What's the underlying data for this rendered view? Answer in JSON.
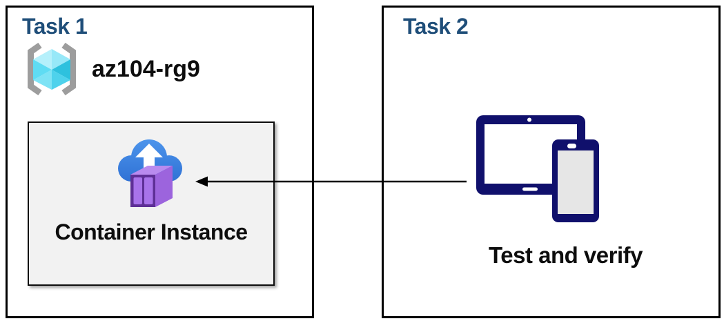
{
  "task1": {
    "title": "Task 1",
    "resource_group_name": "az104-rg9",
    "container_label": "Container Instance"
  },
  "task2": {
    "title": "Task 2",
    "label": "Test and verify"
  },
  "icons": {
    "resource_group": "resource-group-brackets-cube-icon",
    "container_instance": "cloud-upload-container-icon",
    "devices": "tablet-and-phone-icon",
    "connector": "left-pointing-arrow"
  },
  "colors": {
    "title-blue": "#1F4E79",
    "text-black": "#0d0d0d",
    "border-black": "#000000",
    "card-gray": "#F2F2F2",
    "device-navy": "#10106C",
    "device-screen-gray": "#E6E6E6",
    "cloud-blue-top": "#4D95EC",
    "cloud-blue-bottom": "#2E70D4",
    "container-frame-purple": "#5E2F96",
    "container-panel-purple": "#A873EA",
    "container-top-purple": "#B98BEF",
    "container-side-purple": "#9C64DD",
    "bracket-gray": "#9D9D9D",
    "cube-top-left": "#B5F0FB",
    "cube-top-right": "#97E8F8",
    "cube-right": "#2EC1DE",
    "cube-bottom-right": "#4ED2EC",
    "cube-bottom-left": "#7EE3F5",
    "cube-left": "#5FDCF3"
  }
}
